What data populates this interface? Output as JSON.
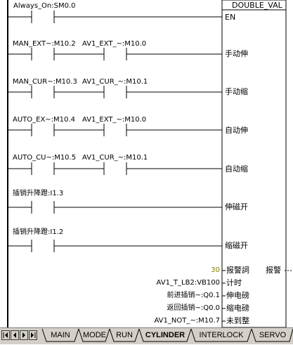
{
  "block": {
    "title": "DOUBLE_VAL",
    "en_pin": "EN",
    "inputs": [
      "手动伸",
      "手动缩",
      "自动伸",
      "自动缩",
      "伸磁开",
      "缩磁开"
    ],
    "outputs": [
      {
        "value": "30",
        "pin": "报警詞",
        "out": "报警"
      },
      {
        "value": "AV1_T_LB2:VB100",
        "pin": "计时"
      },
      {
        "value": "前进插销~:Q0.1",
        "pin": "伸电磅"
      },
      {
        "value": "返回插销~:Q0.0",
        "pin": "缩电磅"
      },
      {
        "value": "AV1_NOT_~:M10.7",
        "pin": "未到整"
      }
    ]
  },
  "rungs": [
    {
      "contacts": [
        "Always_On:SM0.0"
      ]
    },
    {
      "contacts": [
        "MAN_EXT~:M10.2",
        "AV1_EXT_~:M10.0"
      ]
    },
    {
      "contacts": [
        "MAN_CUR~:M10.3",
        "AV1_CUR_~:M10.1"
      ]
    },
    {
      "contacts": [
        "AUTO_EX~:M10.4",
        "AV1_EXT_~:M10.0"
      ]
    },
    {
      "contacts": [
        "AUTO_CU~:M10.5",
        "AV1_CUR_~:M10.1"
      ]
    },
    {
      "contacts": [
        "插销升降蹬:I1.3"
      ]
    },
    {
      "contacts": [
        "插销升降蹬:I1.2"
      ]
    }
  ],
  "tabs": [
    "MAIN",
    "MODE",
    "RUN",
    "CYLINDER",
    "INTERLOCK",
    "SERVO"
  ],
  "active_tab": "CYLINDER",
  "nav_icons": [
    "first-arrow-icon",
    "prev-arrow-icon",
    "next-arrow-icon",
    "last-arrow-icon"
  ]
}
